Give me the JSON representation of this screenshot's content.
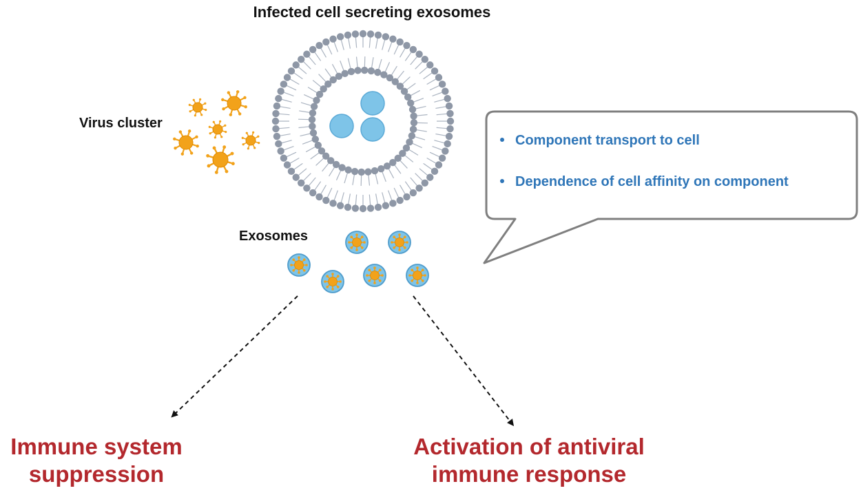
{
  "title": "Infected cell secreting exosomes",
  "labels": {
    "virus_cluster": "Virus cluster",
    "exosomes": "Exosomes"
  },
  "callout": {
    "bullets": [
      "Component transport to cell",
      "Dependence of cell affinity on component"
    ]
  },
  "outcomes": {
    "left": [
      "Immune system",
      "suppression"
    ],
    "right": [
      "Activation of antiviral",
      "immune response"
    ]
  },
  "colors": {
    "text": "#111111",
    "bullet_text": "#2f76b8",
    "outcome_text": "#b3282d",
    "membrane_head": "#8e97a6",
    "vesicle": "#7ec4e8",
    "virus": "#f2a21a"
  }
}
